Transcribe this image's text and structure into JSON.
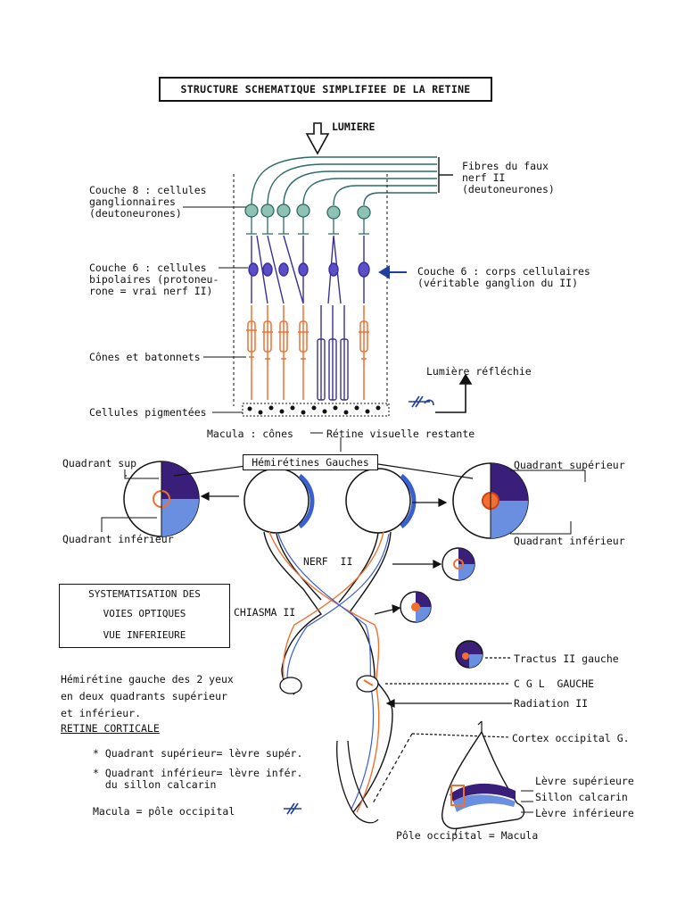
{
  "title": "STRUCTURE SCHEMATIQUE SIMPLIFIEE DE LA RETINE",
  "retina": {
    "light": "LUMIERE",
    "fibres": "Fibres du faux\nnerf II\n(deutoneurones)",
    "layer8": "Couche 8 : cellules\nganglionnaires\n(deutoneurones)",
    "layer6_left": "Couche 6 : cellules\nbipolaires (protoneu-\nrone = vrai nerf II)",
    "layer6_right": "Couche 6 : corps cellulaires\n(véritable ganglion du II)",
    "cones": "Cônes et batonnets",
    "reflected": "Lumière réfléchie",
    "pigment": "Cellules pigmentées",
    "macula_line": "Macula : cônes",
    "rest_line": "Rétine visuelle restante"
  },
  "pathway": {
    "hemi": "Hémirétines  Gauches",
    "quad_sup_left": "Quadrant sup",
    "quad_inf_left": "Quadrant inférieur",
    "quad_sup_right": "Quadrant supérieur",
    "quad_inf_right": "Quadrant inférieur",
    "nerf": "NERF  II",
    "chiasma": "CHIASMA II",
    "tractus": "Tractus II gauche",
    "cgl": "C G L  GAUCHE",
    "radiation": "Radiation II",
    "cortex": "Cortex occipital G.",
    "levre_sup": "Lèvre supérieure",
    "sillon": "Sillon calcarin",
    "levre_inf": "Lèvre inférieure",
    "pole": "Pôle occipital = Macula"
  },
  "systematisation": {
    "line1": "SYSTEMATISATION DES",
    "line2": "VOIES OPTIQUES",
    "line3": "VUE  INFERIEURE"
  },
  "notes": {
    "hemi_text": "Hémirétine gauche des 2 yeux\nen deux quadrants supérieur\net inférieur.",
    "retine_corticale": "RETINE CORTICALE",
    "bullet1": "* Quadrant supérieur= lèvre supér.",
    "bullet2": "* Quadrant inférieur= lèvre infér.\n  du sillon calcarin",
    "macula": "Macula = pôle occipital"
  },
  "colors": {
    "ganglion": "#5b9a8a",
    "bipolar": "#3a2f9a",
    "cone": "#f07030",
    "quad_sup": "#3a1f7a",
    "quad_inf": "#6a8fe0",
    "arrow_blue": "#1f3fa0"
  }
}
